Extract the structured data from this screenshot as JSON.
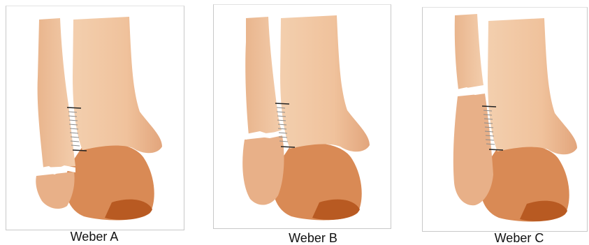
{
  "figure": {
    "panels": [
      {
        "id": "weber-a",
        "label": "Weber A",
        "fracture_level": "below-syndesmosis"
      },
      {
        "id": "weber-b",
        "label": "Weber B",
        "fracture_level": "at-syndesmosis"
      },
      {
        "id": "weber-c",
        "label": "Weber C",
        "fracture_level": "above-syndesmosis"
      }
    ]
  },
  "colors": {
    "bone_light": "#f0c7a3",
    "bone_mid": "#e3a57a",
    "bone_dark": "#c86f38",
    "talus_shadow": "#b85a22",
    "ligament": "#7a7a7a",
    "fracture_gap": "#ffffff"
  }
}
